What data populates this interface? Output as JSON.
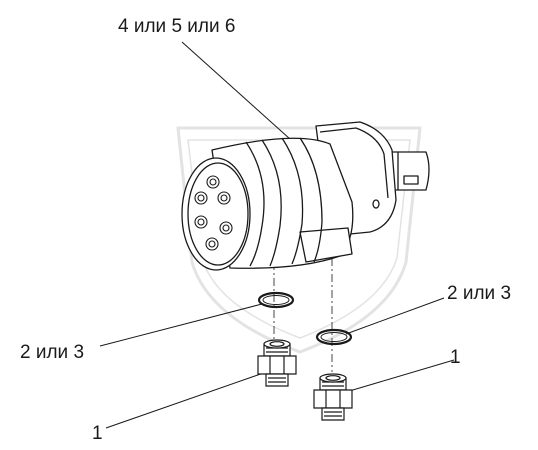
{
  "callouts": {
    "motor": "4 или 5 или 6",
    "ring_left": "2 или 3",
    "ring_right": "2 или 3",
    "fitting_left": "1",
    "fitting_right": "1"
  },
  "colors": {
    "line": "#1a1a1a",
    "watermark": "#e6e6e6"
  }
}
